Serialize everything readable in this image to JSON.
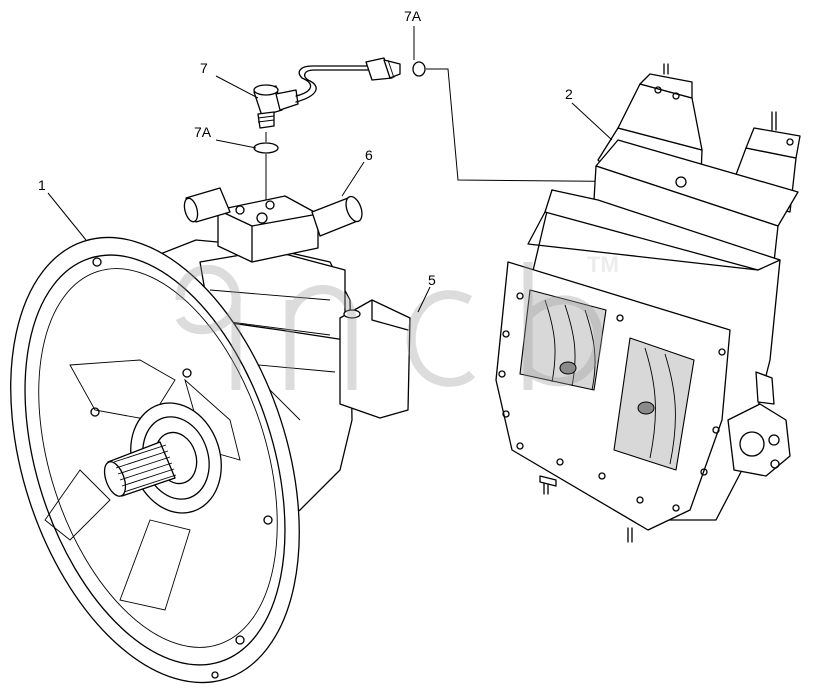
{
  "labels": {
    "part_1": "1",
    "part_2": "2",
    "part_5": "5",
    "part_6": "6",
    "part_7": "7",
    "part_7a_mid": "7A",
    "part_7a_top": "7A"
  },
  "watermark": {
    "trademark": "TM"
  },
  "colors": {
    "line": "#000000",
    "background": "#ffffff",
    "shade": "#d8d8d8",
    "watermark": "#c9c9c9"
  }
}
